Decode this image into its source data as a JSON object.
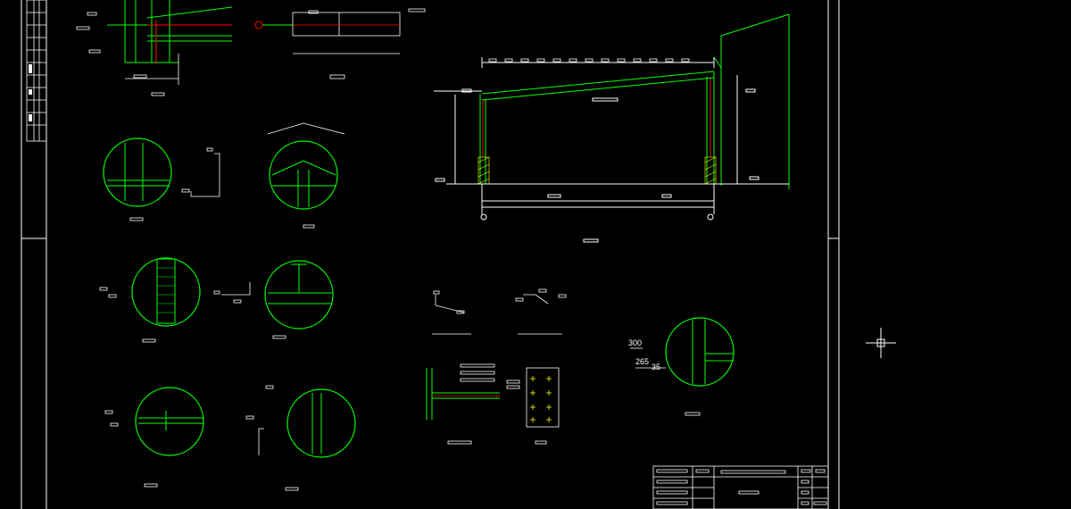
{
  "drawing": {
    "dimension_labels": {
      "d300": "300",
      "d265": "265",
      "d35": "35"
    }
  },
  "colors": {
    "background": "#000000",
    "frame": "#ffffff",
    "geometry": "#00ff00",
    "accent": "#ff0000",
    "detail_circle": "#00ff00",
    "text_blocks": "#ffffff"
  },
  "icons": {
    "cursor": "crosshair-cursor-icon"
  }
}
